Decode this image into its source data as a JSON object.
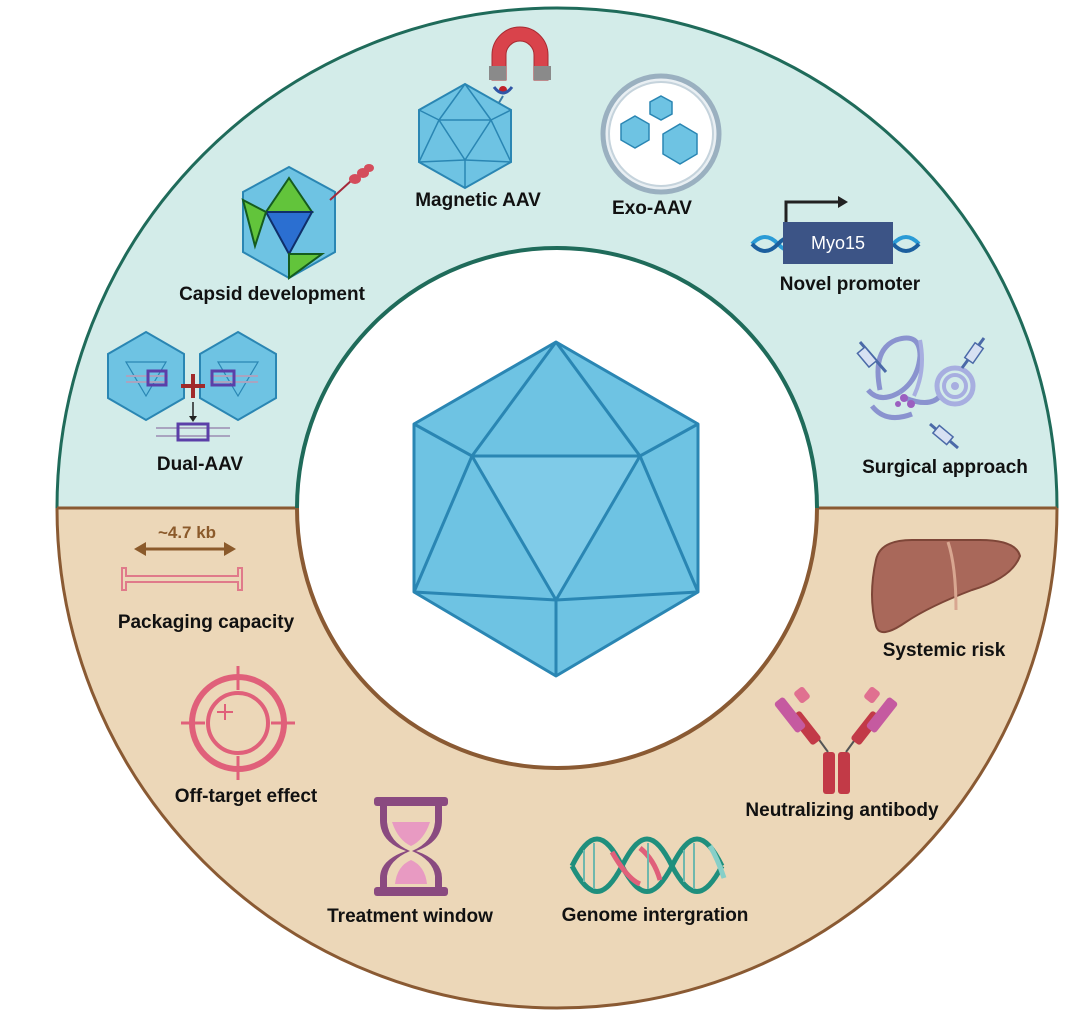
{
  "colors": {
    "top_half": "#d3ece9",
    "bottom_half": "#ecd7b8",
    "top_border": "#1f6b5a",
    "bottom_border": "#8a5a33",
    "capsid_fill": "#6ec3e3",
    "capsid_stroke": "#2a86b3",
    "accent_brown": "#8b5a2b",
    "accent_pink": "#e0607a",
    "promoter_box": "#3c5486"
  },
  "center": {
    "icon": "aav-capsid-icosahedron-icon"
  },
  "advantages": [
    {
      "id": "capsid",
      "label": "Capsid development",
      "icon": "capsid-development-icon"
    },
    {
      "id": "magnetic",
      "label": "Magnetic AAV",
      "icon": "magnet-capsid-icon"
    },
    {
      "id": "exo",
      "label": "Exo-AAV",
      "icon": "exosome-icon"
    },
    {
      "id": "promoter",
      "label": "Novel promoter",
      "icon": "promoter-icon",
      "box_text": "Myo15"
    },
    {
      "id": "dual",
      "label": "Dual-AAV",
      "icon": "dual-capsid-icon"
    },
    {
      "id": "surgical",
      "label": "Surgical approach",
      "icon": "cochlea-injection-icon"
    }
  ],
  "limitations": [
    {
      "id": "packaging",
      "label": "Packaging capacity",
      "icon": "packaging-capacity-icon",
      "size_text": "~4.7 kb"
    },
    {
      "id": "systemic",
      "label": "Systemic risk",
      "icon": "liver-icon"
    },
    {
      "id": "offtarget",
      "label": "Off-target effect",
      "icon": "target-icon"
    },
    {
      "id": "antibody",
      "label": "Neutralizing antibody",
      "icon": "antibody-icon"
    },
    {
      "id": "window",
      "label": "Treatment window",
      "icon": "hourglass-icon"
    },
    {
      "id": "genome",
      "label": "Genome intergration",
      "icon": "dna-icon"
    }
  ]
}
